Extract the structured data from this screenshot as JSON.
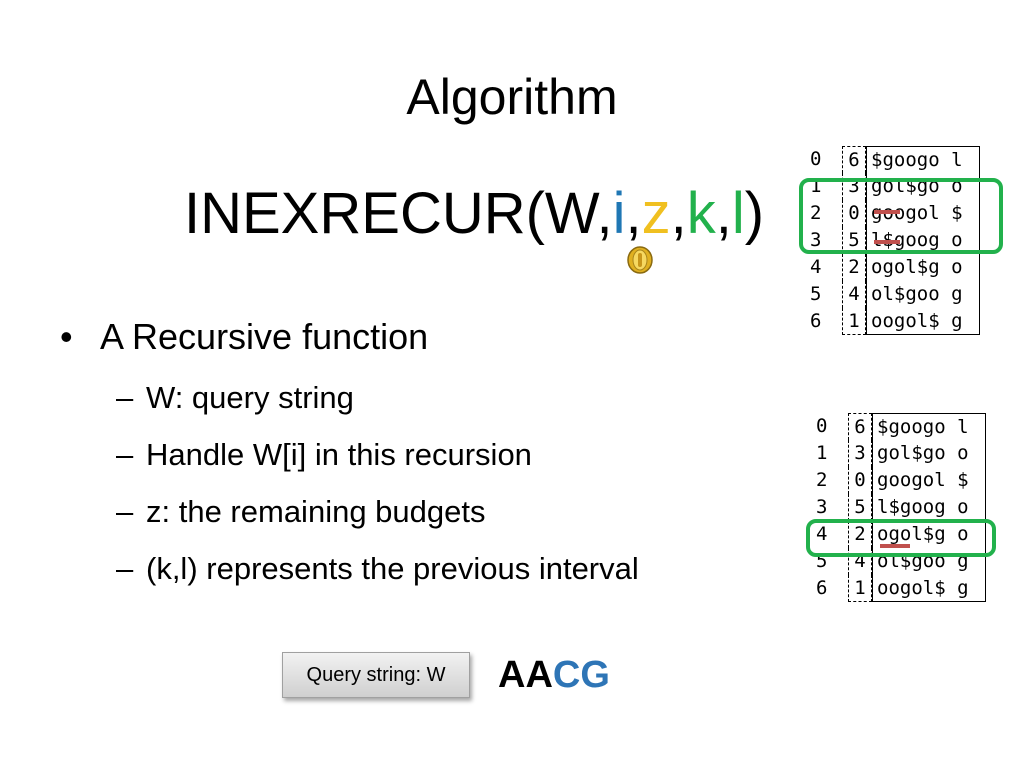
{
  "title": "Algorithm",
  "formula": {
    "name": "INEXRECUR(",
    "w": "W",
    "comma": ",",
    "i": "i",
    "z": "z",
    "k": "k",
    "l": "l",
    "close": ")",
    "colors": {
      "i": "#1f77b4",
      "z": "#f0c020",
      "k": "#22b14c",
      "l": "#22b14c"
    }
  },
  "coin_icon": "coin-icon",
  "bullets": {
    "main": "A Recursive function",
    "sub": [
      "W: query string",
      "Handle W[i] in this recursion",
      "z: the remaining budgets",
      "(k,l) represents the previous interval"
    ]
  },
  "tables": {
    "top": {
      "rows": [
        {
          "idx": "0",
          "sa": "6",
          "rot": "$googo l"
        },
        {
          "idx": "1",
          "sa": "3",
          "rot": "gol$go o"
        },
        {
          "idx": "2",
          "sa": "0",
          "rot": "googol $"
        },
        {
          "idx": "3",
          "sa": "5",
          "rot": "l$goog o"
        },
        {
          "idx": "4",
          "sa": "2",
          "rot": "ogol$g o"
        },
        {
          "idx": "5",
          "sa": "4",
          "rot": "ol$goo g"
        },
        {
          "idx": "6",
          "sa": "1",
          "rot": "oogol$ g"
        }
      ]
    },
    "bottom": {
      "rows": [
        {
          "idx": "0",
          "sa": "6",
          "rot": "$googo l"
        },
        {
          "idx": "1",
          "sa": "3",
          "rot": "gol$go o"
        },
        {
          "idx": "2",
          "sa": "0",
          "rot": "googol $"
        },
        {
          "idx": "3",
          "sa": "5",
          "rot": "l$goog o"
        },
        {
          "idx": "4",
          "sa": "2",
          "rot": "ogol$g o"
        },
        {
          "idx": "5",
          "sa": "4",
          "rot": "ol$goo g"
        },
        {
          "idx": "6",
          "sa": "1",
          "rot": "oogol$ g"
        }
      ]
    },
    "highlight_color": "#22b14c",
    "mark_color": "#c0504d"
  },
  "query": {
    "button_label": "Query string: W",
    "value_black": "AA",
    "value_blue": "CG",
    "blue_color": "#2e75b6"
  }
}
